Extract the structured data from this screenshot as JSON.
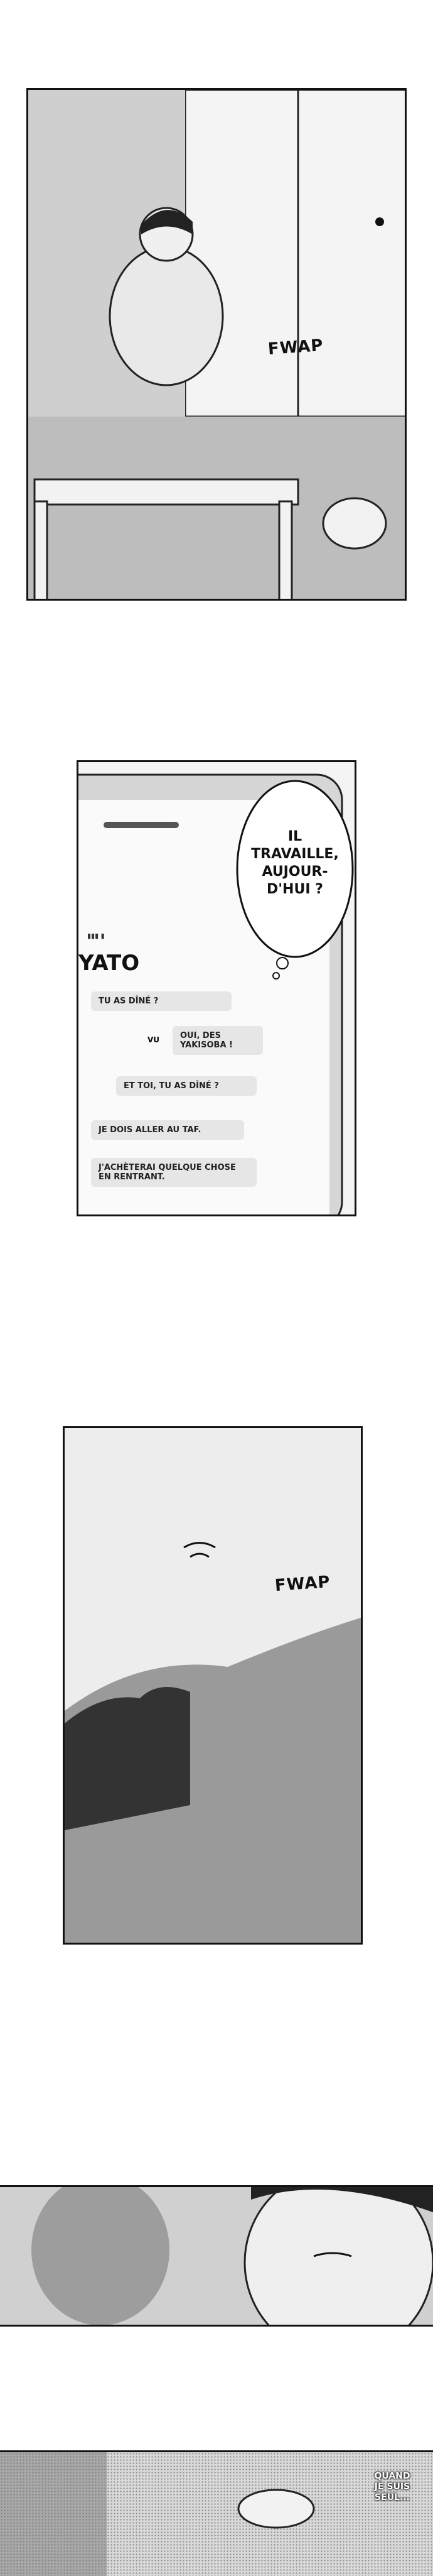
{
  "panel1": {
    "sfx": "FWAP"
  },
  "panel2": {
    "contact_name": "YATO",
    "status_indicator": "▮▮▮ ▮",
    "thought": [
      "IL",
      "TRAVAILLE,",
      "AUJOUR-",
      "D'HUI ?"
    ],
    "messages": [
      {
        "text": "TU AS DÎNÉ ?"
      },
      {
        "text": "OUI, DES YAKISOBA !"
      },
      {
        "text": "ET TOI, TU AS DÎNÉ ?"
      },
      {
        "text": "JE DOIS ALLER AU TAF."
      },
      {
        "text": "J'ACHÈTERAI QUELQUE CHOSE EN RENTRANT."
      }
    ],
    "read_mark": "VU"
  },
  "panel3": {
    "sfx": "FWAP"
  },
  "panel5": {
    "caption": [
      "QUAND",
      "JE SUIS",
      "SEUL..."
    ]
  }
}
